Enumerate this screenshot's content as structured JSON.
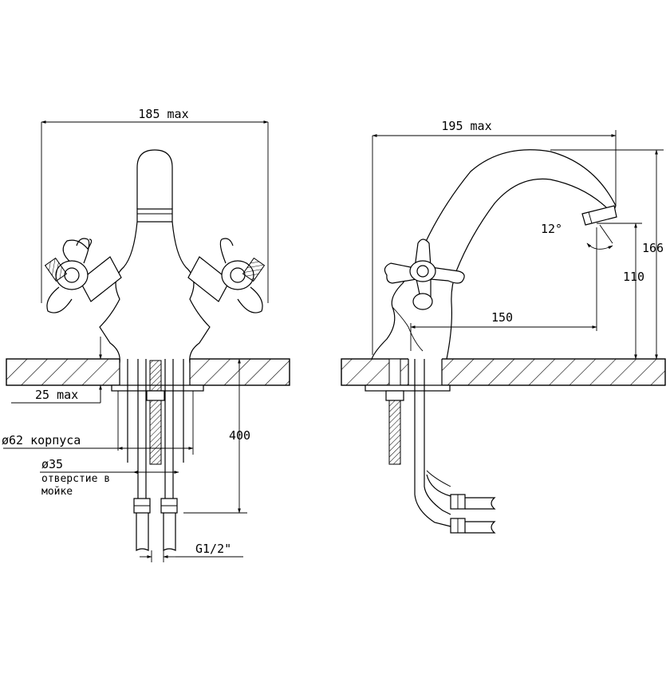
{
  "dimensions": {
    "front_width": "185 max",
    "side_width": "195 max",
    "max_thickness": "25 max",
    "body_diameter": "ø62 корпуса",
    "hole_diameter": "ø35",
    "hole_note_line1": "отверстие в",
    "hole_note_line2": "мойке",
    "hose_length": "400",
    "thread": "G1/2\"",
    "spout_reach": "150",
    "spout_height": "110",
    "total_height": "166",
    "spout_angle": "12°"
  }
}
